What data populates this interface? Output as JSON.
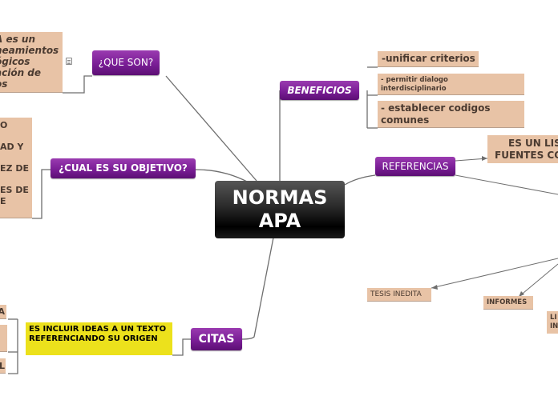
{
  "central": {
    "line1": "NORMAS",
    "line2": "APA"
  },
  "que_son": {
    "label": "¿QUE SON?",
    "detail": [
      "A es un",
      "neamientos",
      "ógicos",
      "ación de",
      "os"
    ]
  },
  "objetivo": {
    "label": "¿CUAL ES SU OBJETIVO?",
    "detail": [
      "O",
      "AD Y",
      "EZ DE",
      "ES DE",
      "E"
    ]
  },
  "beneficios": {
    "label": "BENEFICIOS",
    "items": [
      {
        "text": [
          "-unificar criterios"
        ]
      },
      {
        "text": [
          "- permitir dialogo",
          "interdisciplinario"
        ]
      },
      {
        "text": [
          "- establecer codigos",
          "comunes"
        ]
      }
    ]
  },
  "referencias": {
    "label": "REFERENCIAS",
    "detail": [
      "ES UN LIS",
      "FUENTES CO"
    ],
    "types": [
      "TESIS  INEDITA",
      "INFORMES",
      "LI",
      "IN"
    ]
  },
  "citas": {
    "label": "CITAS",
    "definition": "ES INCLUIR IDEAS A UN TEXTO REFERENCIANDO SU ORIGEN",
    "sub": [
      "A",
      "L"
    ]
  }
}
